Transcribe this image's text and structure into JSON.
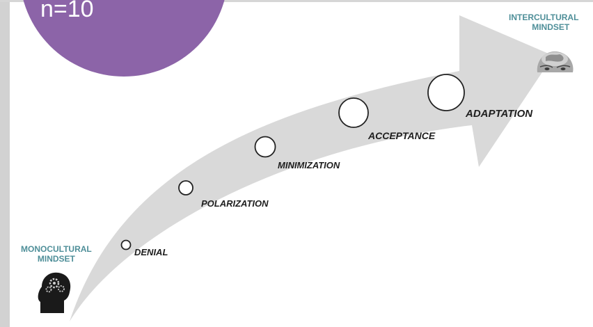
{
  "badge": {
    "text": "n=10",
    "color": "#8c64a8"
  },
  "start_mindset": {
    "line1": "MONOCULTURAL",
    "line2": "MINDSET"
  },
  "end_mindset": {
    "line1": "INTERCULTURAL",
    "line2": "MINDSET"
  },
  "stages": [
    {
      "label": "DENIAL"
    },
    {
      "label": "POLARIZATION"
    },
    {
      "label": "MINIMIZATION"
    },
    {
      "label": "ACCEPTANCE"
    },
    {
      "label": "ADAPTATION"
    }
  ],
  "colors": {
    "arrow": "#d9d9d9",
    "label_teal": "#4f8f99"
  },
  "icons": [
    "head-gears-icon",
    "head-globe-icon"
  ]
}
